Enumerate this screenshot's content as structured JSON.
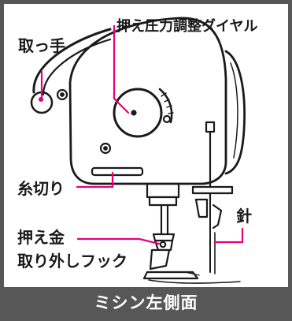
{
  "labels": {
    "handle": "取っ手",
    "pressure_dial": "押え圧力調整ダイヤル",
    "thread_cutter": "糸切り",
    "needle": "針",
    "foot_release_hook_line1": "押え金",
    "foot_release_hook_line2": "取り外しフック"
  },
  "caption": "ミシン左側面",
  "colors": {
    "frame": "#575757",
    "leader": "#e6007e",
    "ink": "#1a1a1a",
    "caption_text": "#ffffff"
  }
}
